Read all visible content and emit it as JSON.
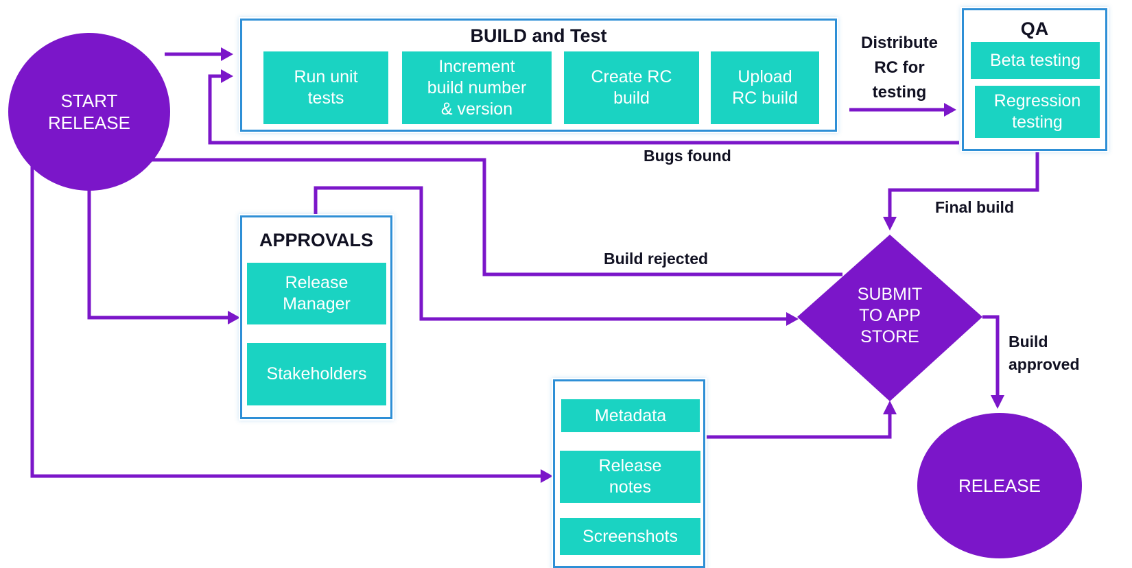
{
  "nodes": {
    "start": "START\nRELEASE",
    "release": "RELEASE",
    "submit": "SUBMIT\nTO APP\nSTORE"
  },
  "build_test": {
    "title": "BUILD and Test",
    "steps": [
      "Run unit\ntests",
      "Increment\nbuild number\n& version",
      "Create RC\nbuild",
      "Upload\nRC build"
    ]
  },
  "qa": {
    "title": "QA",
    "steps": [
      "Beta testing",
      "Regression\ntesting"
    ]
  },
  "approvals": {
    "title": "APPROVALS",
    "steps": [
      "Release\nManager",
      "Stakeholders"
    ]
  },
  "assets": {
    "steps": [
      "Metadata",
      "Release\nnotes",
      "Screenshots"
    ]
  },
  "edge_labels": {
    "distribute": "Distribute\nRC for\ntesting",
    "bugs_found": "Bugs found",
    "final_build": "Final build",
    "build_rejected": "Build rejected",
    "build_approved": "Build\napproved"
  },
  "colors": {
    "purple": "#7b16c9",
    "teal": "#1ad3c2",
    "blue_border": "#2e8fd6"
  }
}
